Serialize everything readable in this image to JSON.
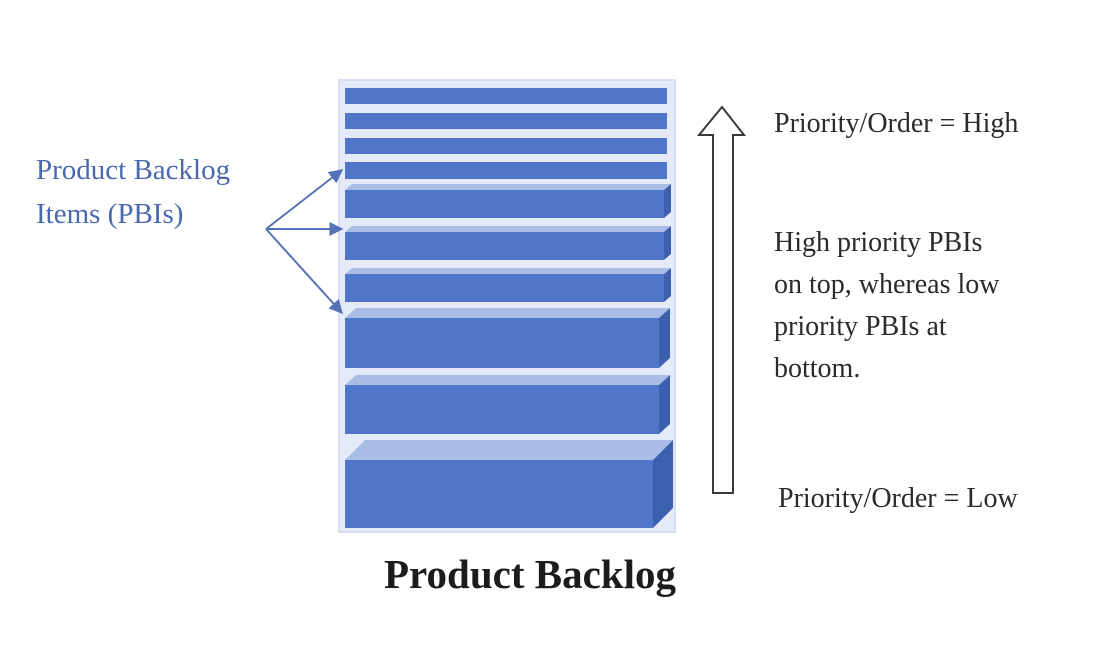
{
  "diagram": {
    "title": "Product Backlog",
    "pbi_label": {
      "line1": "Product Backlog",
      "line2": "Items (PBIs)"
    },
    "priority_high": "Priority/Order = High",
    "priority_low": "Priority/Order = Low",
    "explanation": {
      "line1": "High priority PBIs",
      "line2": "on top, whereas low",
      "line3": "priority PBIs at",
      "line4": "bottom."
    },
    "item_count": 10,
    "colors": {
      "block_fill": "#4f76c9",
      "block_top": "#a9bde6",
      "block_side": "#3c5fae",
      "block_outline": "#dfe6f6",
      "label_blue": "#4a68ad",
      "arrow_outline": "#3a3a3a"
    }
  }
}
